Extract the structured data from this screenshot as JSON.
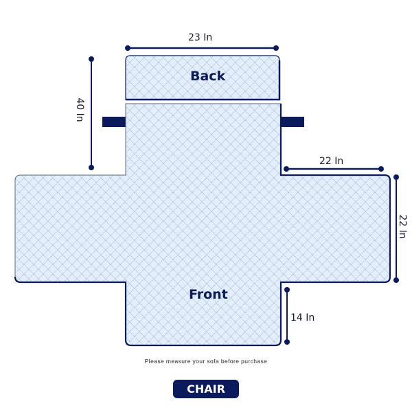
{
  "diagram": {
    "colors": {
      "fill": "#e2eefc",
      "outline": "#0b1a5c",
      "quilt_line": "#9aa6b8",
      "strap": "#0b1a5c",
      "badge_bg": "#0b1a5c"
    },
    "parts": {
      "back": {
        "label": "Back"
      },
      "front": {
        "label": "Front"
      }
    },
    "dimensions": {
      "back_width": "23 In",
      "total_height": "40 In",
      "arm_width": "22 In",
      "arm_height": "22 In",
      "front_skirt": "14 In"
    },
    "note": "Please measure your sofa before purchase",
    "badge": "CHAIR"
  }
}
